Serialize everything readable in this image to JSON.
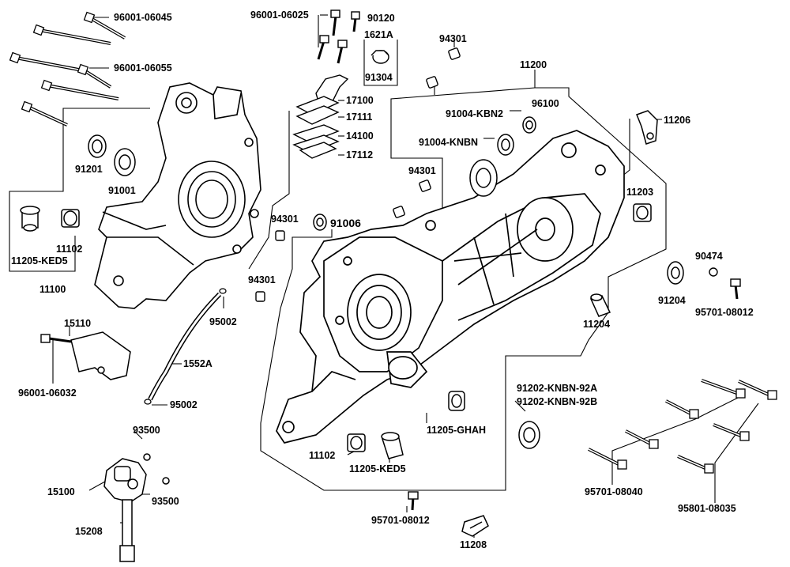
{
  "diagram": {
    "labels": {
      "p96001_06045": "96001-06045",
      "p96001_06055": "96001-06055",
      "p96001_06025": "96001-06025",
      "p90120": "90120",
      "p1621A": "1621A",
      "p91304": "91304",
      "p94301_top": "94301",
      "p11200": "11200",
      "p17100": "17100",
      "p17111": "17111",
      "p14100": "14100",
      "p17112": "17112",
      "p91004_KBN2": "91004-KBN2",
      "p96100": "96100",
      "p91004_KNBN": "91004-KNBN",
      "p11206": "11206",
      "p91201": "91201",
      "p91001": "91001",
      "p94301_mid": "94301",
      "p11203": "11203",
      "p94301_left": "94301",
      "p91006": "91006",
      "p11102_left": "11102",
      "p11205_KED5_left": "11205-KED5",
      "p11100": "11100",
      "p90474": "90474",
      "p94301_low": "94301",
      "p95002_top": "95002",
      "p91204": "91204",
      "p95701_08012_right": "95701-08012",
      "p11204": "11204",
      "p15110": "15110",
      "p1552A": "1552A",
      "p96001_06032": "96001-06032",
      "p91202_KNBN_92A": "91202-KNBN-92A",
      "p91202_KNBN_92B": "91202-KNBN-92B",
      "p95002_low": "95002",
      "p11205_GHAH": "11205-GHAH",
      "p93500_top": "93500",
      "p11102_bottom": "11102",
      "p11205_KED5_bottom": "11205-KED5",
      "p15100": "15100",
      "p93500_low": "93500",
      "p95701_08040": "95701-08040",
      "p95801_08035": "95801-08035",
      "p95701_08012_bottom": "95701-08012",
      "p15208": "15208",
      "p11208": "11208"
    }
  }
}
